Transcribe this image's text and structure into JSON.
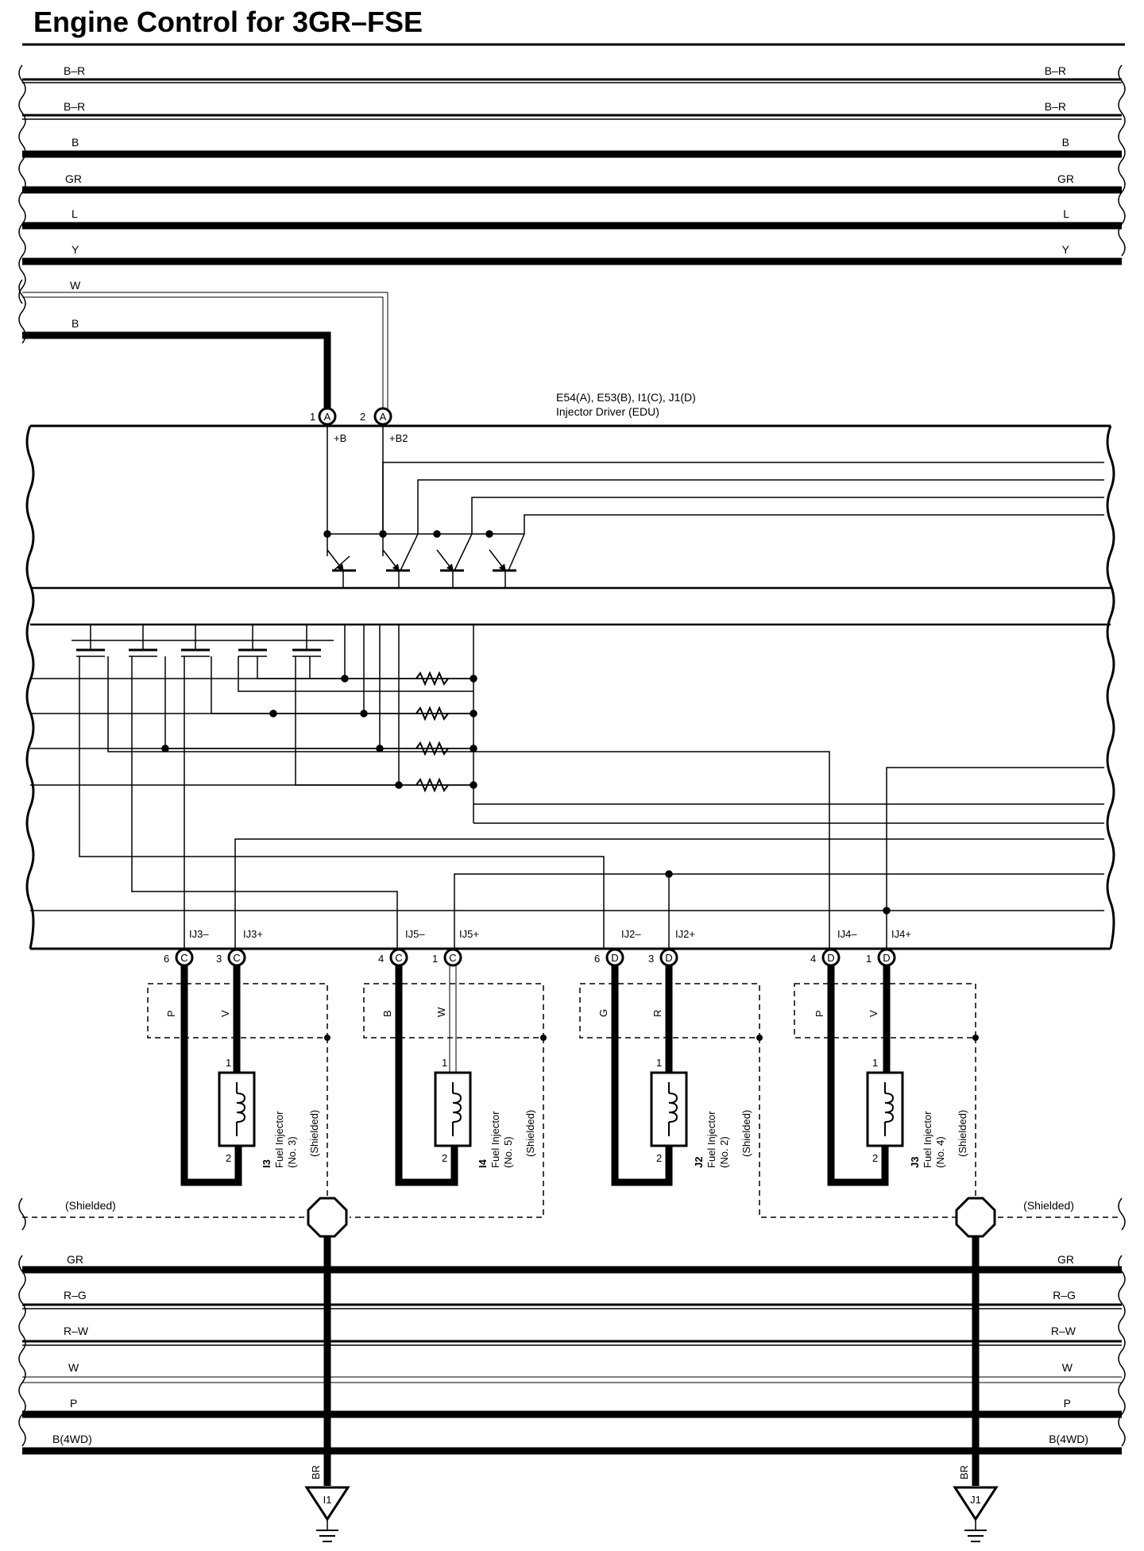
{
  "title": "Engine Control for 3GR–FSE",
  "top_wires": [
    "B–R",
    "B–R",
    "B",
    "GR",
    "L",
    "Y"
  ],
  "left_wires": [
    "W",
    "B"
  ],
  "edu": {
    "connectors": "E54(A), E53(B), I1(C), J1(D)",
    "name": "Injector Driver (EDU)",
    "power_pins": [
      {
        "pin": "1",
        "conn": "A",
        "signal": "+B",
        "color": "B"
      },
      {
        "pin": "2",
        "conn": "A",
        "signal": "+B2",
        "color": "W"
      }
    ]
  },
  "output_pins": [
    {
      "pin": "6",
      "conn": "C",
      "signal": "IJ3–"
    },
    {
      "pin": "3",
      "conn": "C",
      "signal": "IJ3+"
    },
    {
      "pin": "4",
      "conn": "C",
      "signal": "IJ5–"
    },
    {
      "pin": "1",
      "conn": "C",
      "signal": "IJ5+"
    },
    {
      "pin": "6",
      "conn": "D",
      "signal": "IJ2–"
    },
    {
      "pin": "3",
      "conn": "D",
      "signal": "IJ2+"
    },
    {
      "pin": "4",
      "conn": "D",
      "signal": "IJ4–"
    },
    {
      "pin": "1",
      "conn": "D",
      "signal": "IJ4+"
    }
  ],
  "injectors": [
    {
      "code": "I3",
      "name": "Fuel Injector",
      "num": "(No. 3)",
      "neg_color": "P",
      "pos_color": "V",
      "shield": "(Shielded)",
      "pin_top": "1",
      "pin_bot": "2"
    },
    {
      "code": "I4",
      "name": "Fuel Injector",
      "num": "(No. 5)",
      "neg_color": "B",
      "pos_color": "W",
      "shield": "(Shielded)",
      "pin_top": "1",
      "pin_bot": "2"
    },
    {
      "code": "J2",
      "name": "Fuel Injector",
      "num": "(No. 2)",
      "neg_color": "G",
      "pos_color": "R",
      "shield": "(Shielded)",
      "pin_top": "1",
      "pin_bot": "2"
    },
    {
      "code": "J3",
      "name": "Fuel Injector",
      "num": "(No. 4)",
      "neg_color": "P",
      "pos_color": "V",
      "shield": "(Shielded)",
      "pin_top": "1",
      "pin_bot": "2"
    }
  ],
  "shield_labels": [
    "(Shielded)",
    "(Shielded)"
  ],
  "bottom_wires": [
    "GR",
    "R–G",
    "R–W",
    "W",
    "P",
    "B(4WD)"
  ],
  "grounds": [
    {
      "code": "I1",
      "color": "BR"
    },
    {
      "code": "J1",
      "color": "BR"
    }
  ]
}
